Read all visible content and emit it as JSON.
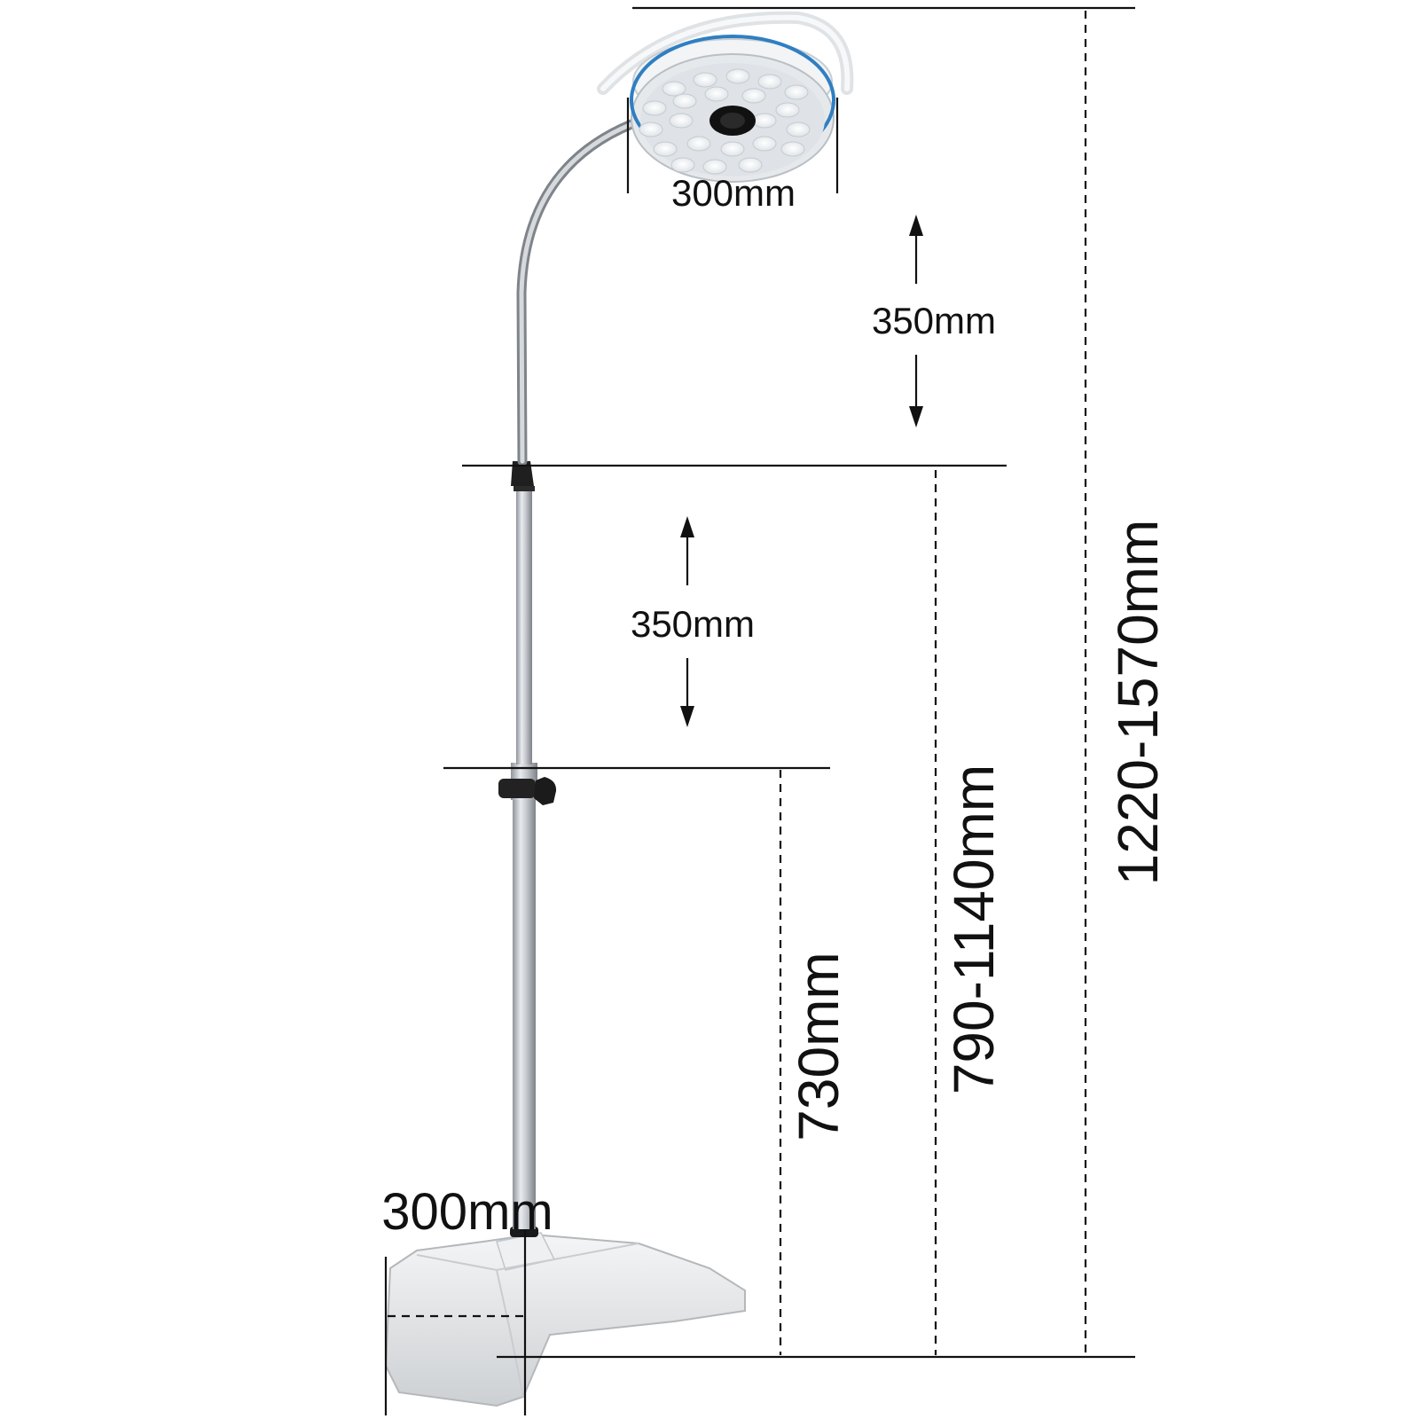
{
  "colors": {
    "line": "#111111",
    "pole": "#bcc0c6",
    "gooseneck": "#9ea3aa",
    "head_body": "#e9ecef",
    "head_accent": "#2f7fc2",
    "led": "#ffffff",
    "base": "#e6e8ea"
  },
  "labels": {
    "head_diameter": "300mm",
    "gooseneck_travel": "350mm",
    "pole_travel": "350mm",
    "base_width": "300mm",
    "pole_height": "730mm",
    "mid_height": "790-1140mm",
    "total_height": "1220-1570mm"
  },
  "icons": {
    "lamp": "led-lamp-head-icon",
    "knob": "locking-knob-icon",
    "arrow_up": "arrow-up-icon",
    "arrow_down": "arrow-down-icon"
  }
}
